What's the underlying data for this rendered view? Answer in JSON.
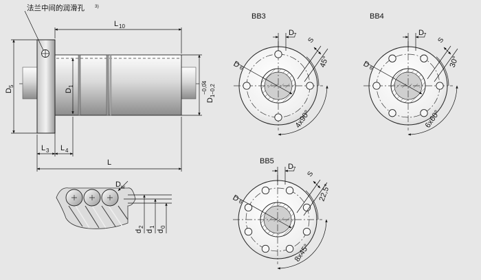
{
  "labels": {
    "note": "法兰中间的润滑孔",
    "note_sup": "3)",
    "L10": "L",
    "L10_sub": "10",
    "L": "L",
    "L3": "L",
    "L3_sub": "3",
    "L4": "L",
    "L4_sub": "4",
    "D5": "D",
    "D5_sub": "5",
    "D1": "D",
    "D1_sub": "1",
    "D1tol": "D",
    "D1tol_sub": "1",
    "tol": "−0,04",
    "tol2": "−0,2",
    "Dw": "D",
    "Dw_sub": "w",
    "d2": "d",
    "d2_sub": "2",
    "d1": "d",
    "d1_sub": "1",
    "d0": "d",
    "d0_sub": "0"
  },
  "views": [
    {
      "title": "BB3",
      "d7": "D",
      "d7_sub": "7",
      "s": "S",
      "d6": "D",
      "d6_sub": "6",
      "angle": "45°",
      "pattern": "4x90°"
    },
    {
      "title": "BB4",
      "d7": "D",
      "d7_sub": "7",
      "s": "S",
      "d6": "D",
      "d6_sub": "6",
      "angle": "30°",
      "pattern": "6x60°"
    },
    {
      "title": "BB5",
      "d7": "D",
      "d7_sub": "7",
      "s": "S",
      "d6": "D",
      "d6_sub": "6",
      "angle": "22,5°",
      "pattern": "8x45°"
    }
  ]
}
